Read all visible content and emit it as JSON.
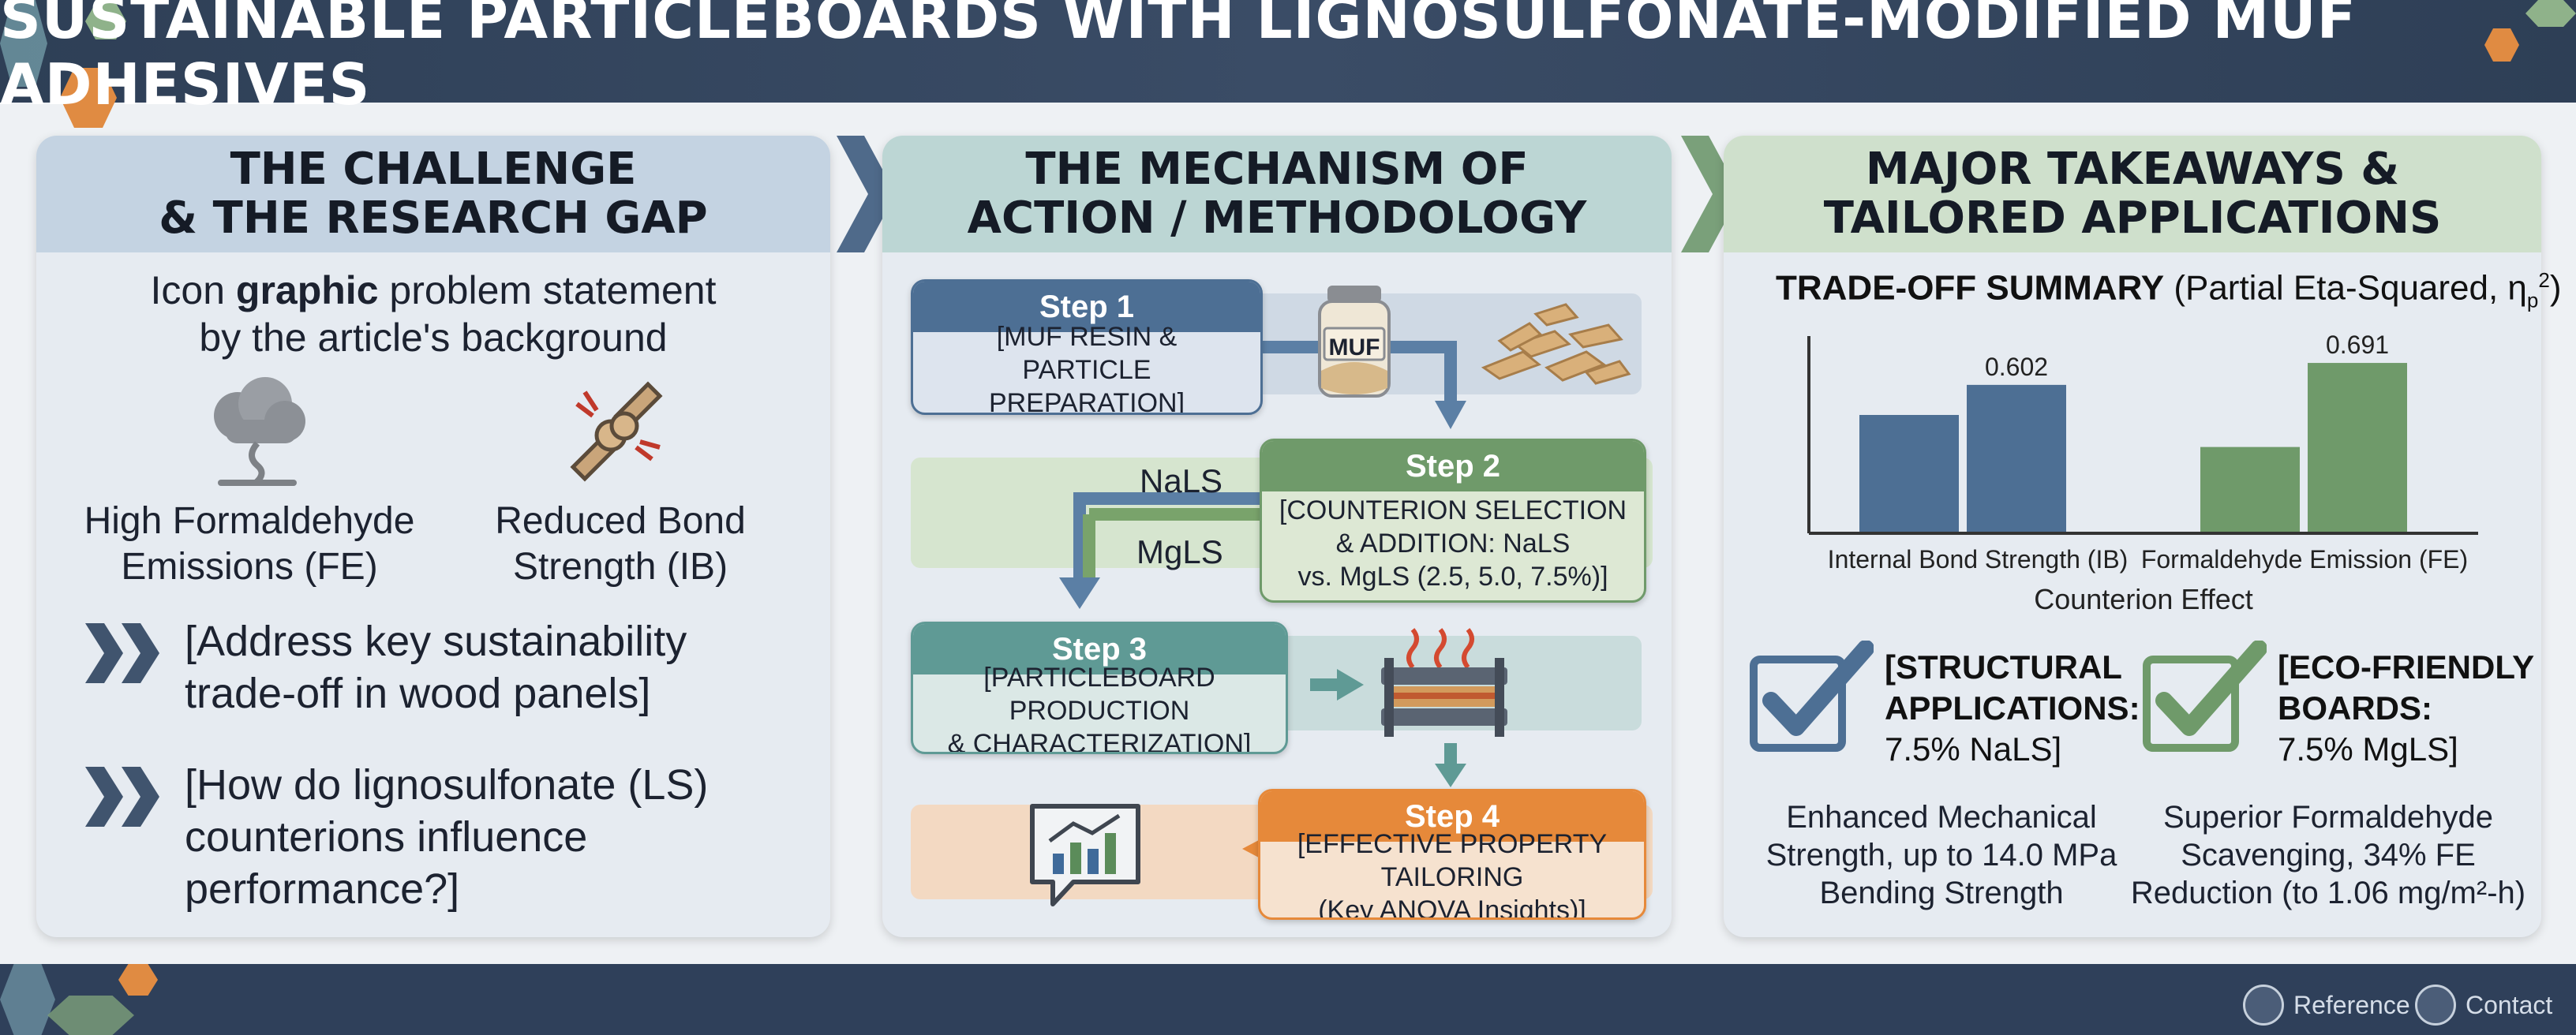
{
  "title": "SUSTAINABLE PARTICLEBOARDS WITH LIGNOSULFONATE-MODIFIED MUF ADHESIVES",
  "panels": {
    "challenge": {
      "heading": [
        "THE CHALLENGE",
        "& THE RESEARCH GAP"
      ],
      "intro_pre": "Icon ",
      "intro_bold": "graphic",
      "intro_post": " problem statement",
      "intro_line2": "by the article's background",
      "issue_1": [
        "High Formaldehyde",
        "Emissions (FE)"
      ],
      "issue_2": [
        "Reduced Bond",
        "Strength (IB)"
      ],
      "bullet_1": [
        "[Address key sustainability",
        "trade-off in wood panels]"
      ],
      "bullet_2": [
        "[How do lignosulfonate (LS)",
        "counterions influence",
        "performance?]"
      ]
    },
    "mechanism": {
      "heading": [
        "THE MECHANISM OF",
        "ACTION / METHODOLOGY"
      ],
      "jar_label": "MUF",
      "nals_label": "NaLS",
      "mgls_label": "MgLS",
      "steps": [
        {
          "title": "Step 1",
          "body": [
            "[MUF RESIN &",
            "PARTICLE PREPARATION]"
          ]
        },
        {
          "title": "Step 2",
          "body": [
            "[COUNTERION SELECTION",
            "& ADDITION: NaLS",
            "vs. MgLS (2.5, 5.0, 7.5%)]"
          ]
        },
        {
          "title": "Step 3",
          "body": [
            "[PARTICLEBOARD PRODUCTION",
            "& CHARACTERIZATION]"
          ]
        },
        {
          "title": "Step 4",
          "body": [
            "[EFFECTIVE PROPERTY TAILORING",
            "(Key ANOVA Insights)]"
          ]
        }
      ]
    },
    "takeaways": {
      "heading": [
        "MAJOR TAKEAWAYS &",
        "TAILORED APPLICATIONS"
      ],
      "app_1": {
        "title": [
          "[STRUCTURAL",
          "APPLICATIONS:"
        ],
        "value": "7.5% NaLS]"
      },
      "app_2": {
        "title": [
          "[ECO-FRIENDLY",
          "BOARDS:"
        ],
        "value": "7.5% MgLS]"
      },
      "desc_1": [
        "Enhanced Mechanical",
        "Strength, up to 14.0 MPa",
        "Bending Strength"
      ],
      "desc_2": [
        "Superior Formaldehyde",
        "Scavenging, 34% FE",
        "Reduction (to 1.06 mg/m²-h)"
      ]
    }
  },
  "chart_data": {
    "type": "bar",
    "title_bold": "TRADE-OFF SUMMARY",
    "title_rest": " (Partial Eta-Squared, η",
    "title_sub": "p",
    "title_sup": "2",
    "title_close": ")",
    "categories": [
      "Internal Bond Strength (IB)",
      "Formaldehyde Emission (FE)"
    ],
    "xlabel": "Counterion Effect",
    "series": [
      {
        "color": "#4d6f94",
        "values": [
          0.48,
          null
        ]
      },
      {
        "color": "#4d6f94",
        "values": [
          0.602,
          null
        ]
      },
      {
        "color": "#6f9a6a",
        "values": [
          null,
          0.35
        ]
      },
      {
        "color": "#6f9a6a",
        "values": [
          null,
          0.691
        ]
      }
    ],
    "data_labels": [
      "0.602",
      "0.691"
    ],
    "ylim": [
      0,
      0.8
    ],
    "grid": false
  },
  "footer": {
    "reference": "Reference",
    "contact": "Contact"
  },
  "colors": {
    "blue": "#4d6f94",
    "green": "#6f9a6a",
    "orange": "#e6893a",
    "teal": "#5f9a95",
    "header": "#2e3f56"
  }
}
